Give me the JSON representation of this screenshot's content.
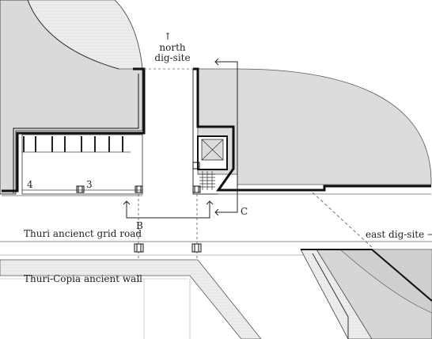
{
  "labels": {
    "north_arrow": "↑",
    "north_dig_site": "north\ndig-site",
    "east_dig_site": "east dig-site →",
    "grid_road": "Thuri ancienct grid road",
    "ancient_wall": "Thuri-Copia ancient wall",
    "room_4": "4",
    "room_3": "3",
    "section_b": "B",
    "section_c": "C"
  },
  "colors": {
    "fill_gray": "#dcdcdc",
    "fill_light": "#e9e9e9",
    "wall": "#111111",
    "line": "#555555"
  },
  "icons": [
    "column-marker-icon",
    "staircase-icon",
    "north-arrow-icon"
  ]
}
